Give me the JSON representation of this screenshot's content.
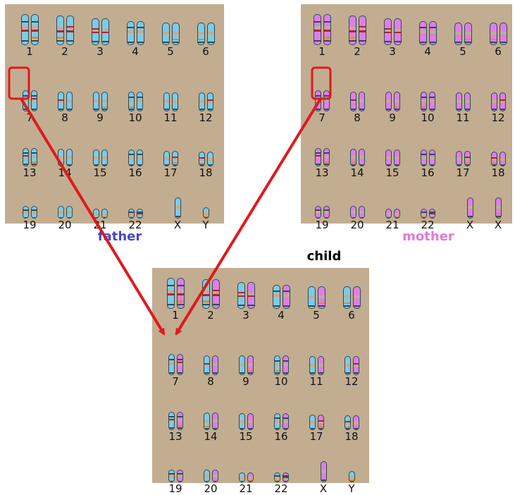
{
  "colors": {
    "background": "#c2ad91",
    "paternal": "#7ecbe3",
    "maternal": "#de7fe4",
    "band_red": "#b2213a",
    "band_orange": "#e38b2a",
    "band_dark": "#2c4a5e",
    "arrow": "#e0191b",
    "father_caption": "#4a47c9",
    "mother_caption": "#e27ad8"
  },
  "captions": {
    "father": "father",
    "mother": "mother",
    "child": "child"
  },
  "father_labels": [
    "1",
    "2",
    "3",
    "4",
    "5",
    "6",
    "7",
    "8",
    "9",
    "10",
    "11",
    "12",
    "13",
    "14",
    "15",
    "16",
    "17",
    "18",
    "19",
    "20",
    "21",
    "22",
    "X",
    "Y"
  ],
  "mother_labels": [
    "1",
    "2",
    "3",
    "4",
    "5",
    "6",
    "7",
    "8",
    "9",
    "10",
    "11",
    "12",
    "13",
    "14",
    "15",
    "16",
    "17",
    "18",
    "19",
    "20",
    "21",
    "22",
    "X",
    "X"
  ],
  "child_labels": [
    "1",
    "2",
    "3",
    "4",
    "5",
    "6",
    "7",
    "8",
    "9",
    "10",
    "11",
    "12",
    "13",
    "14",
    "15",
    "16",
    "17",
    "18",
    "19",
    "20",
    "21",
    "22",
    "X",
    "Y"
  ],
  "highlighted_pair": "7"
}
